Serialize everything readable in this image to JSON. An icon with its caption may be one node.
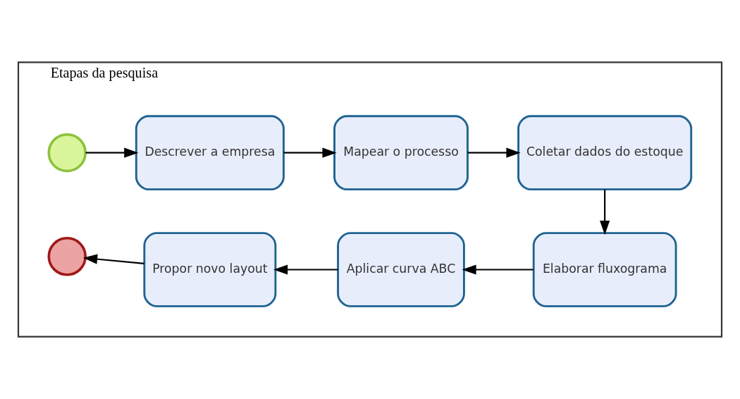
{
  "diagram": {
    "nodes": [
      {
        "text": [
          "Etapas da pesquisa"
        ]
      },
      {
        "text": [],
        "shape": "circle",
        "in": 0
      },
      {
        "text": [
          "Descrever a empresa"
        ],
        "in": 0
      },
      {
        "text": [
          "Mapear o processo"
        ],
        "in": 0
      },
      {
        "text": [
          "Coletar dados do estoque"
        ],
        "in": 0
      },
      {
        "text": [
          "Elaborar fluxograma"
        ],
        "in": 0
      },
      {
        "text": [
          "Aplicar curva ABC"
        ],
        "in": 0
      },
      {
        "text": [
          "Propor novo layout"
        ],
        "in": 0
      },
      {
        "text": [],
        "shape": "circle",
        "in": 0
      }
    ],
    "edges": [
      {
        "from": 1,
        "to": 2,
        "arrow": "to"
      },
      {
        "from": 2,
        "to": 3,
        "arrow": "to"
      },
      {
        "from": 3,
        "to": 4,
        "arrow": "to"
      },
      {
        "from": 4,
        "to": 5,
        "arrow": "to"
      },
      {
        "from": 5,
        "to": 6,
        "arrow": "to"
      },
      {
        "from": 6,
        "to": 7,
        "arrow": "to"
      },
      {
        "from": 7,
        "to": 8,
        "arrow": "to"
      }
    ]
  }
}
